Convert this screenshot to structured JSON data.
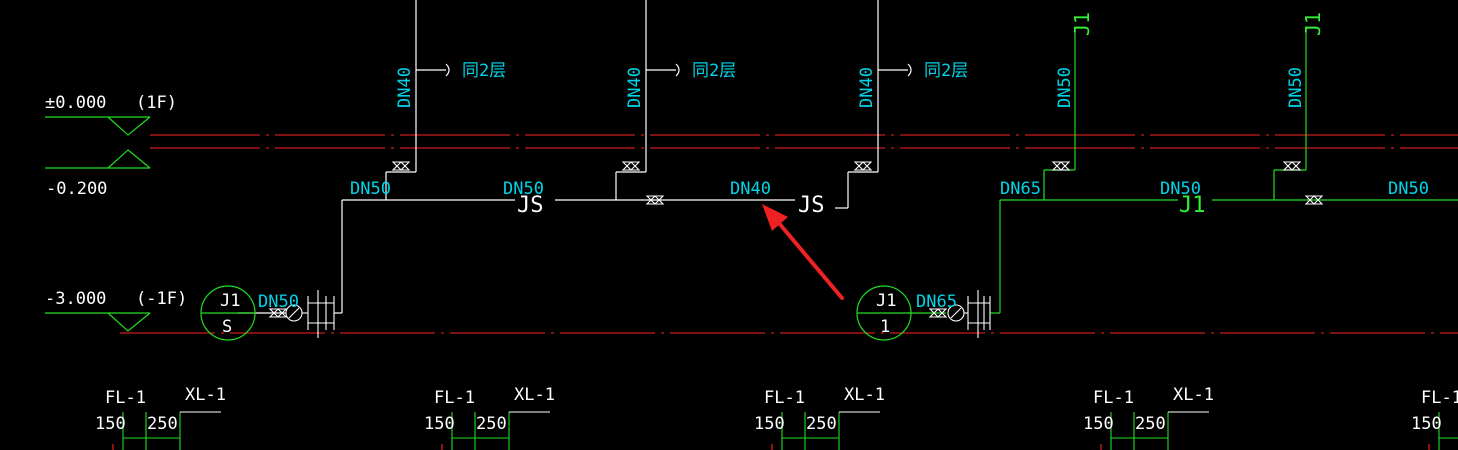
{
  "levels": {
    "ground_elev": "±0.000",
    "ground_floor": "(1F)",
    "ground_offset": "-0.200",
    "basement_elev": "-3.000",
    "basement_floor": "(-1F)"
  },
  "risers": {
    "dn40_label": "DN40",
    "dn50_label": "DN50",
    "same_floor_note": "同2层",
    "j1_label": "J1"
  },
  "pipes": {
    "dn50_a": "DN50",
    "dn50_b": "DN50",
    "dn40": "DN40",
    "js": "JS",
    "dn65": "DN65",
    "dn50_c": "DN50",
    "dn50_d": "DN50",
    "j1_break": "J1"
  },
  "entries": {
    "left_top": "J1",
    "left_bottom": "S",
    "left_size": "DN50",
    "right_top": "J1",
    "right_bottom": "1",
    "right_size": "DN65"
  },
  "axis": {
    "fl": "FL-1",
    "xl": "XL-1",
    "d150": "150",
    "d250": "250"
  },
  "colors": {
    "background": "#000000",
    "pipe_white": "#ffffff",
    "pipe_green": "#22dd22",
    "text_cyan": "#00d4e8",
    "wall_red": "#ff2222",
    "arrow_red": "#ee2222"
  }
}
